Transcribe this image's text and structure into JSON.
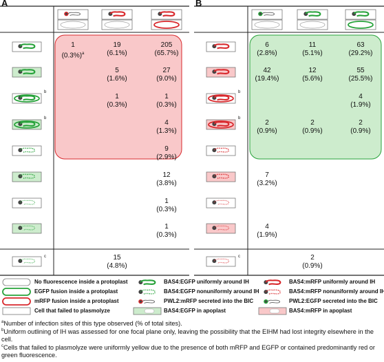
{
  "panels": [
    {
      "letter": "A",
      "cells": [
        [
          "1\n(0.3%)",
          "19\n(6.1%)",
          "205\n(65.7%)"
        ],
        [
          "",
          "5\n(1.6%)",
          "27\n(9.0%)"
        ],
        [
          "",
          "1\n(0.3%)",
          "1\n(0.3%)"
        ],
        [
          "",
          "",
          "4\n(1.3%)"
        ],
        [
          "",
          "",
          "9\n(2.9%)"
        ],
        [
          "",
          "",
          "12\n(3.8%)"
        ],
        [
          "",
          "",
          "1\n(0.3%)"
        ],
        [
          "",
          "",
          "1\n(0.3%)"
        ]
      ],
      "failed": "15\n(4.8%)",
      "first_cell_sup": "a"
    },
    {
      "letter": "B",
      "cells": [
        [
          "6\n(2.8%)",
          "11\n(5.1%)",
          "63\n(29.2%)"
        ],
        [
          "42\n(19.4%)",
          "12\n(5.6%)",
          "55\n(25.5%)"
        ],
        [
          "",
          "",
          "4\n(1.9%)"
        ],
        [
          "2\n(0.9%)",
          "2\n(0.9%)",
          "2\n(0.9%)"
        ],
        [
          "",
          "",
          ""
        ],
        [
          "7\n(3.2%)",
          "",
          ""
        ],
        [
          "",
          "",
          ""
        ],
        [
          "4\n(1.9%)",
          "",
          ""
        ]
      ],
      "failed": "2\n(0.9%)"
    }
  ],
  "row_marks": {
    "b": "b",
    "c": "c"
  },
  "legend": {
    "col1": [
      "No fluorescence inside a protoplast",
      "EGFP fusion inside a protoplast",
      "mRFP fusion inside a protoplast",
      "Cell that failed to plasmolyze"
    ],
    "col2": [
      "BAS4:EGFP uniformly around IH",
      "BAS4:EGFP nonuniformly around IH",
      "PWL2:mRFP secreted into the BIC",
      "BAS4:EGFP in apoplast"
    ],
    "col3": [
      "BAS4:mRFP uniformly around IH",
      "BAS4:mRFP nonuniformly around IH",
      "PWL2:EGFP secreted into the BIC",
      "BAS4:mRFP in apoplast"
    ]
  },
  "footnotes": {
    "a": {
      "sup": "a",
      "text": "Number of infection sites of this type observed (% of total sites)."
    },
    "b": {
      "sup": "b",
      "text": "Uniform outlining of IH was assessed for one focal plane only, leaving the possibility that the EIHM had lost integrity elsewhere in the cell."
    },
    "c": {
      "sup": "c",
      "text": "Cells that failed to plasmolyze were uniformly yellow due to the presence of both mRFP and EGFP or contained predominantly red or green fluorescence."
    }
  },
  "colors": {
    "red": "#d8282c",
    "green": "#27a23a",
    "pinkFill": "#f9c8c9",
    "greenFill": "#cdeccd"
  }
}
